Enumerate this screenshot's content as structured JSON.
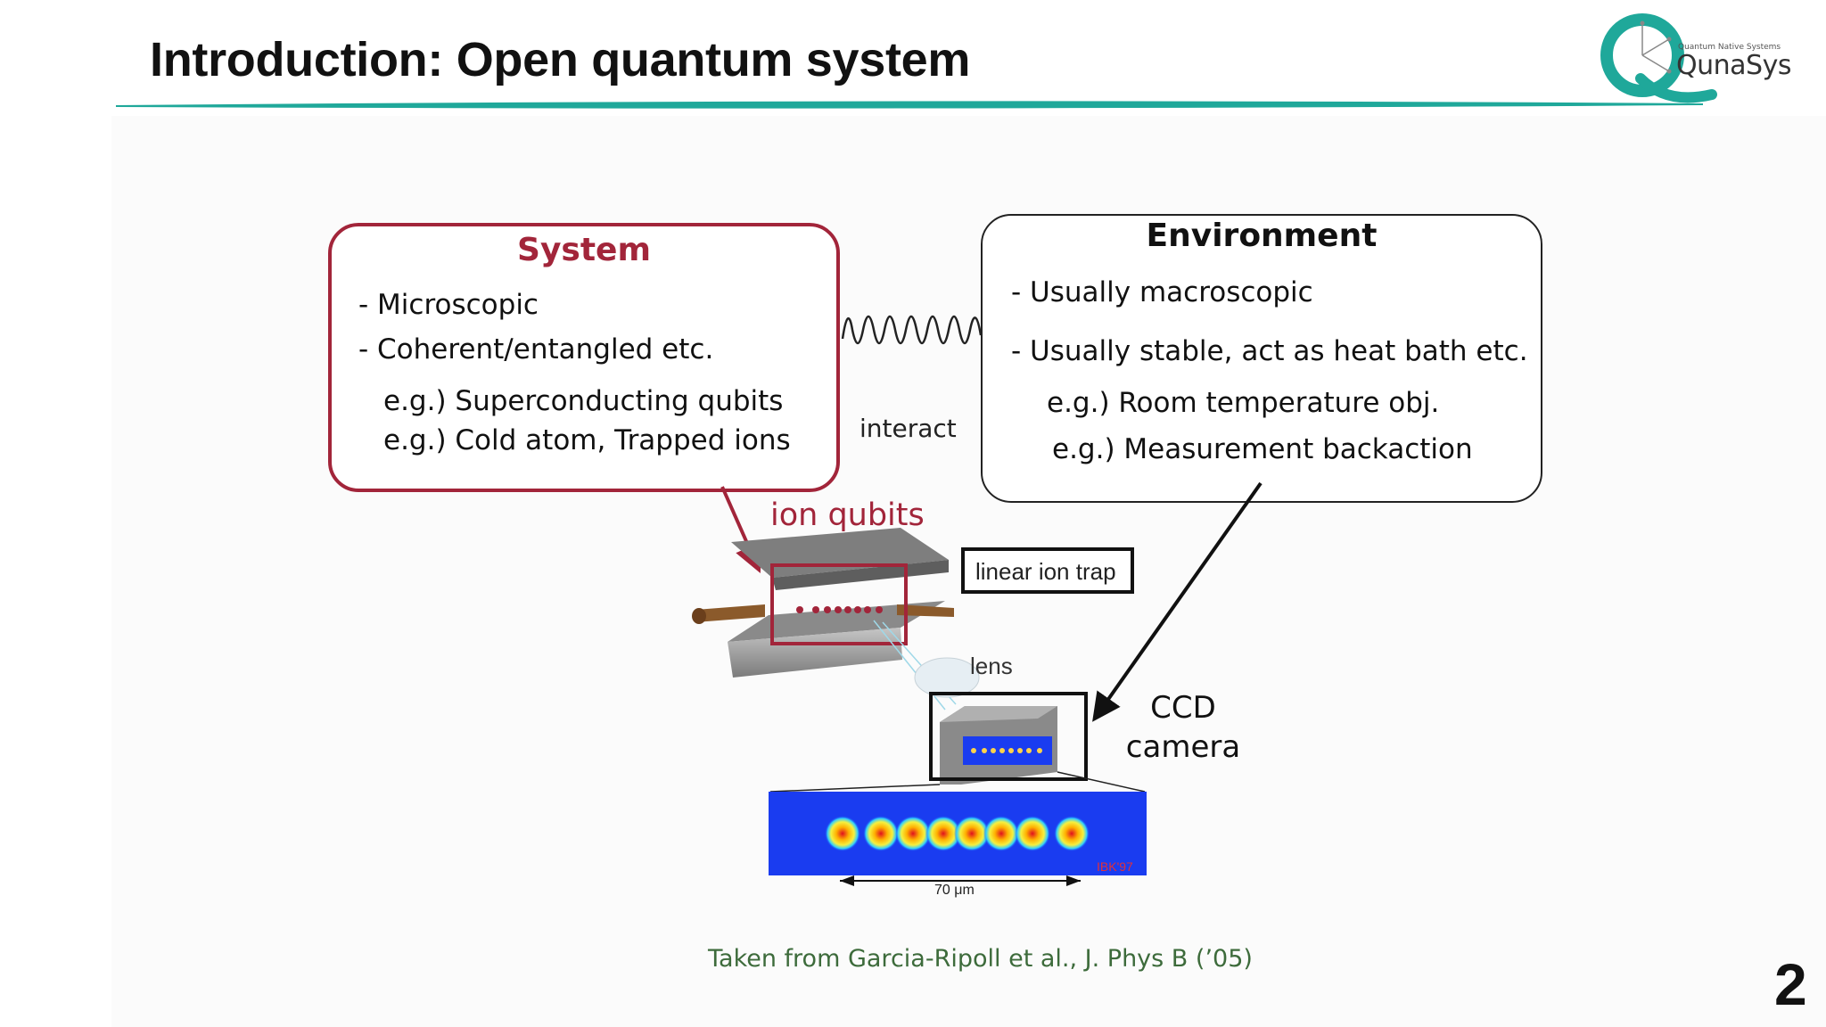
{
  "slide": {
    "title": "Introduction: Open quantum system",
    "page_number": "2",
    "accent_color": "#1fa89a",
    "system_color": "#a2253a"
  },
  "logo": {
    "name": "QunaSys",
    "tagline": "Quantum Native Systems"
  },
  "system_box": {
    "title": "System",
    "lines": [
      "- Microscopic",
      "- Coherent/entangled etc.",
      "e.g.) Superconducting qubits",
      "e.g.) Cold atom, Trapped ions"
    ]
  },
  "environment_box": {
    "title": "Environment",
    "lines": [
      "- Usually macroscopic",
      "- Usually stable, act as heat bath etc.",
      "e.g.) Room temperature obj.",
      "e.g.) Measurement backaction"
    ]
  },
  "diagram": {
    "interact_label": "interact",
    "ion_qubits_label": "ion qubits",
    "trap_label": "linear ion trap",
    "lens_label": "lens",
    "ccd_label_line1": "CCD",
    "ccd_label_line2": "camera",
    "scale_label": "70 μm",
    "watermark": "IBK'97"
  },
  "citation": "Taken from Garcia-Ripoll et al., J. Phys B (’05)"
}
